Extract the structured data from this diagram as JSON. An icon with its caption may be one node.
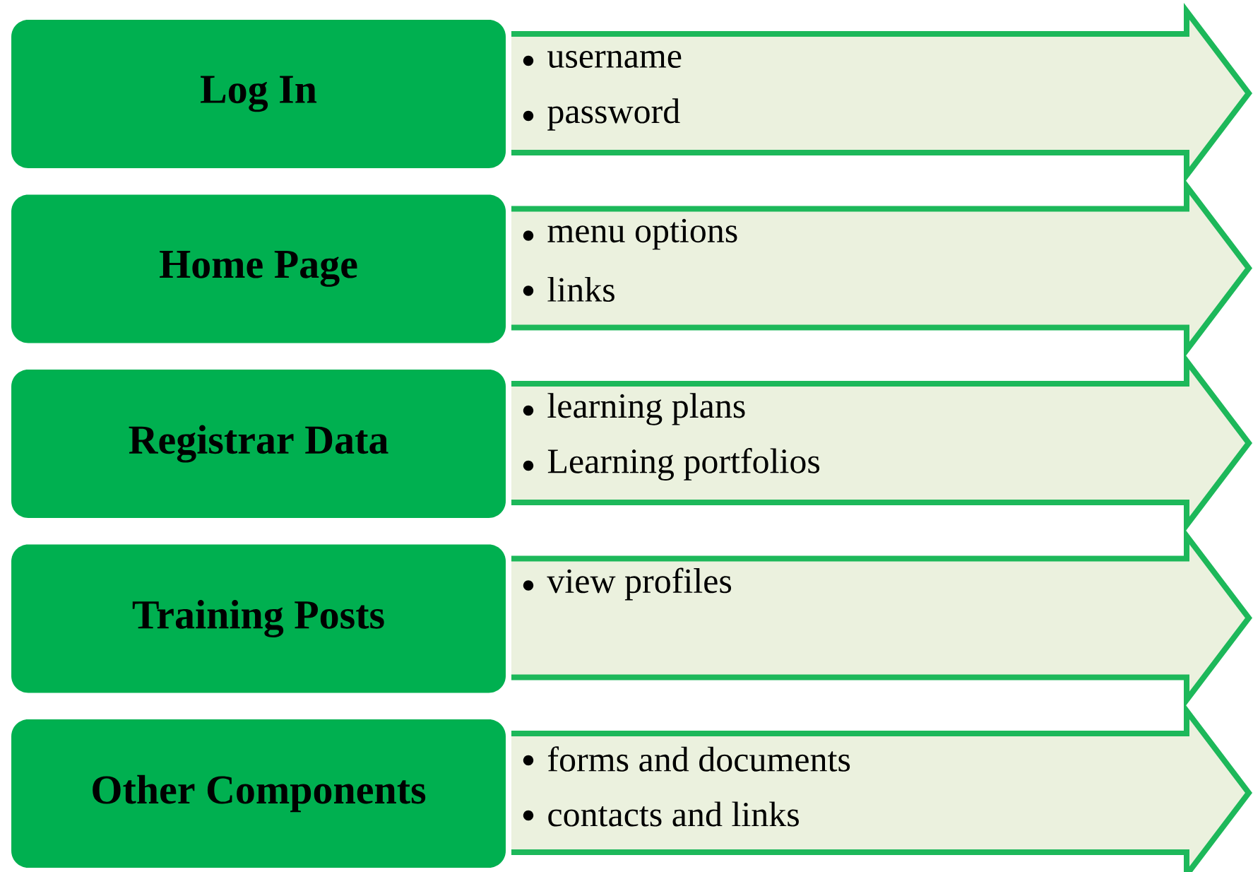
{
  "diagram": {
    "nodes": [
      {
        "text": [
          "Log In"
        ]
      },
      {
        "text": [
          "username",
          "password"
        ]
      },
      {
        "text": [
          "Home Page"
        ]
      },
      {
        "text": [
          "menu options",
          "links"
        ]
      },
      {
        "text": [
          "Registrar Data"
        ]
      },
      {
        "text": [
          "learning plans",
          "Learning portfolios"
        ]
      },
      {
        "text": [
          "Training Posts"
        ]
      },
      {
        "text": [
          "view profiles"
        ]
      },
      {
        "text": [
          "Other Components"
        ]
      },
      {
        "text": [
          "forms and documents",
          "contacts and links"
        ]
      }
    ]
  }
}
